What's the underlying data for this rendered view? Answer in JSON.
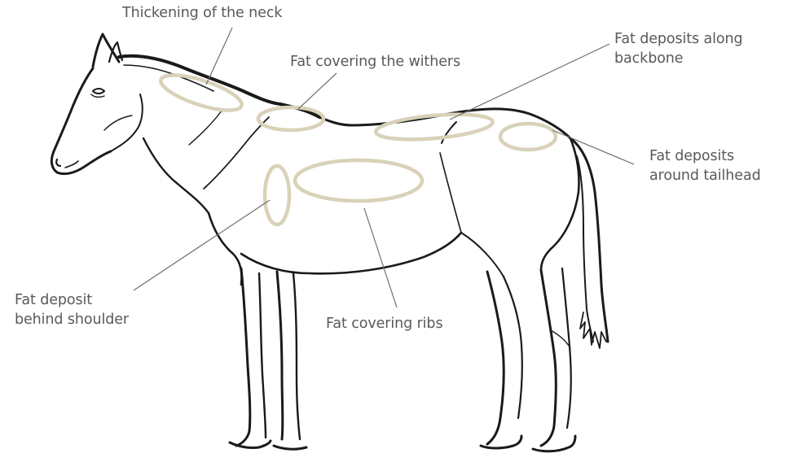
{
  "colors": {
    "zone_stroke": "#d9d2b8",
    "leader_line": "#6d6e70",
    "label_text": "#58595b",
    "outline": "#1a1a1a"
  },
  "labels": {
    "neck": "Thickening of the neck",
    "withers": "Fat covering the withers",
    "backbone_line1": "Fat deposits along",
    "backbone_line2": "backbone",
    "tailhead_line1": "Fat deposits",
    "tailhead_line2": "around tailhead",
    "shoulder_line1": "Fat deposit",
    "shoulder_line2": "behind shoulder",
    "ribs": "Fat covering ribs"
  }
}
